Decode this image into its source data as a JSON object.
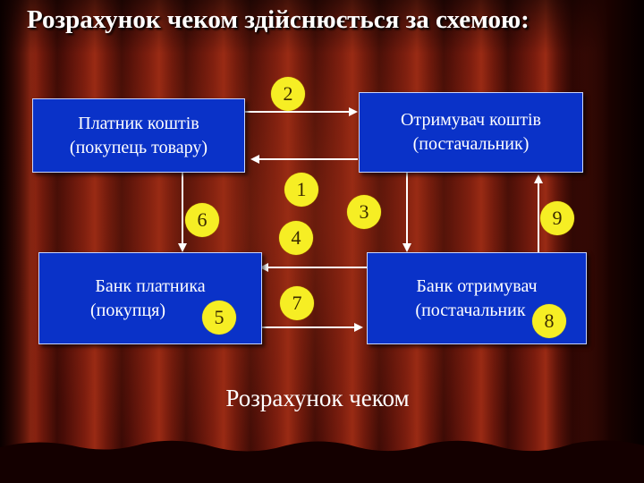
{
  "title": "Розрахунок чеком здійснюється за схемою:",
  "caption": "Розрахунок чеком",
  "colors": {
    "box_fill": "#0a32c8",
    "step_circle": "#f6ee24",
    "text": "#ffffff"
  },
  "boxes": {
    "payer": {
      "line1": "Платник коштів",
      "line2": "(покупець товару)"
    },
    "recipient": {
      "line1": "Отримувач коштів",
      "line2": "(постачальник)"
    },
    "payer_bank": {
      "line1": "Банк платника",
      "line2": "(покупця)"
    },
    "recipient_bank": {
      "line1": "Банк отримувач",
      "line2": "(постачальник"
    }
  },
  "steps": {
    "s1": "1",
    "s2": "2",
    "s3": "3",
    "s4": "4",
    "s5": "5",
    "s6": "6",
    "s7": "7",
    "s8": "8",
    "s9": "9"
  }
}
